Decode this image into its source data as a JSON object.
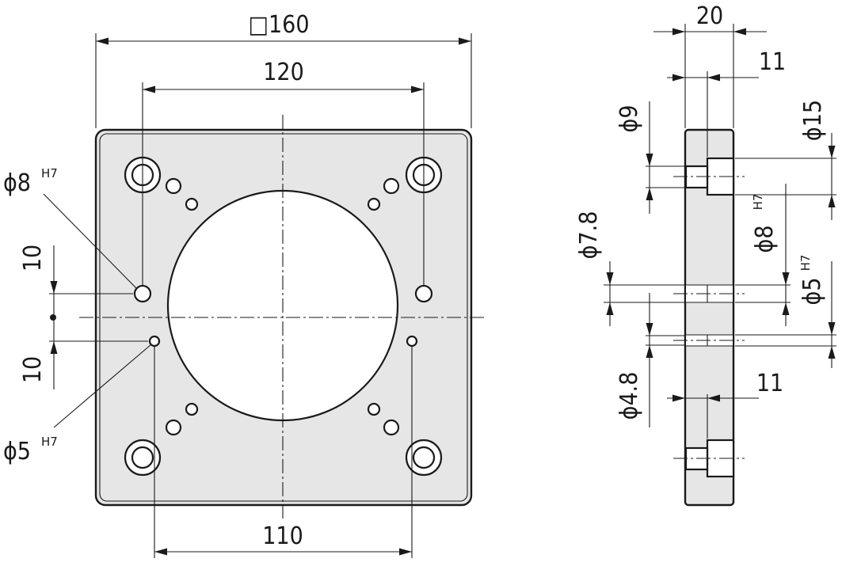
{
  "front_view": {
    "dim_square": "□160",
    "dim_bolt_spacing": "120",
    "dim_dowel_spacing": "110",
    "dim_offset_top": "10",
    "dim_offset_bottom": "10",
    "label_dia8": "ϕ8",
    "label_dia8_tol": "H7",
    "label_dia5": "ϕ5",
    "label_dia5_tol": "H7"
  },
  "side_view": {
    "dim_thickness": "20",
    "dim_depth_top": "11",
    "dim_depth_bottom": "11",
    "dim_dia9": "ϕ9",
    "dim_dia15": "ϕ15",
    "dim_dia7_8": "ϕ7.8",
    "dim_dia8": "ϕ8",
    "dim_dia8_tol": "H7",
    "dim_dia5": "ϕ5",
    "dim_dia5_tol": "H7",
    "dim_dia4_8": "ϕ4.8"
  }
}
